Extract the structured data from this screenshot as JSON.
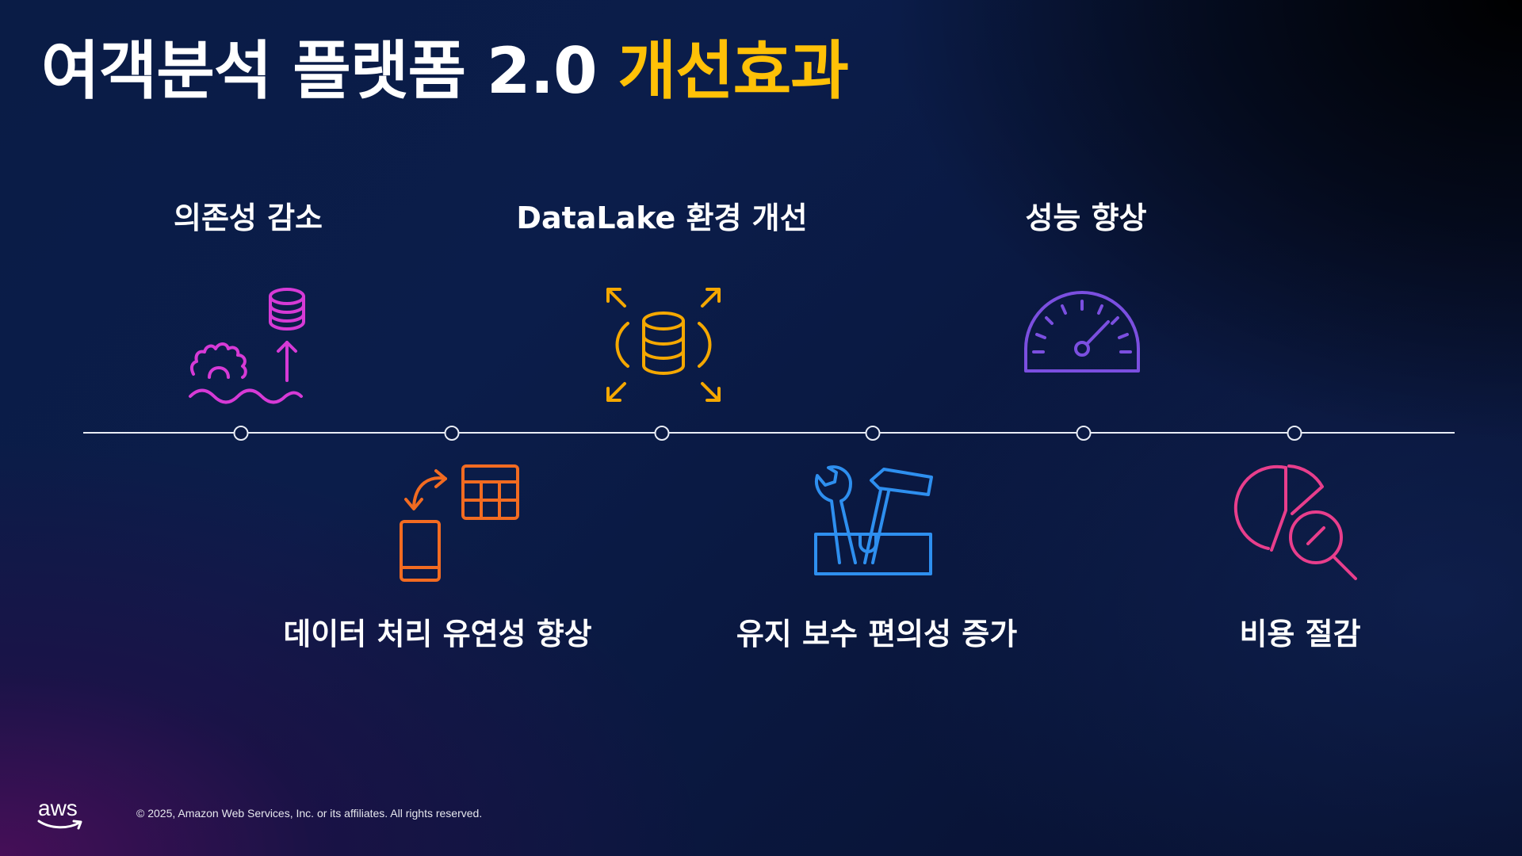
{
  "slide": {
    "title_main": "여객분석 플랫폼 2.0",
    "title_accent": "개선효과",
    "accent_color": "#ffc107"
  },
  "benefits_top": [
    {
      "label": "의존성 감소",
      "icon": "gear-database-upload-icon",
      "color": "#d63ad6"
    },
    {
      "label": "DataLake 환경 개선",
      "icon": "database-expand-icon",
      "color": "#f5a800"
    },
    {
      "label": "성능 향상",
      "icon": "speedometer-icon",
      "color": "#7b4fe0"
    }
  ],
  "benefits_bottom": [
    {
      "label": "데이터 처리 유연성 향상",
      "icon": "mobile-table-sync-icon",
      "color": "#f26b21"
    },
    {
      "label": "유지 보수 편의성 증가",
      "icon": "toolbox-icon",
      "color": "#2e8fef"
    },
    {
      "label": "비용 절감",
      "icon": "pie-chart-search-icon",
      "color": "#e83e8c"
    }
  ],
  "footer": {
    "logo_text": "aws",
    "copyright": "© 2025, Amazon Web Services, Inc. or its affiliates. All rights reserved."
  }
}
